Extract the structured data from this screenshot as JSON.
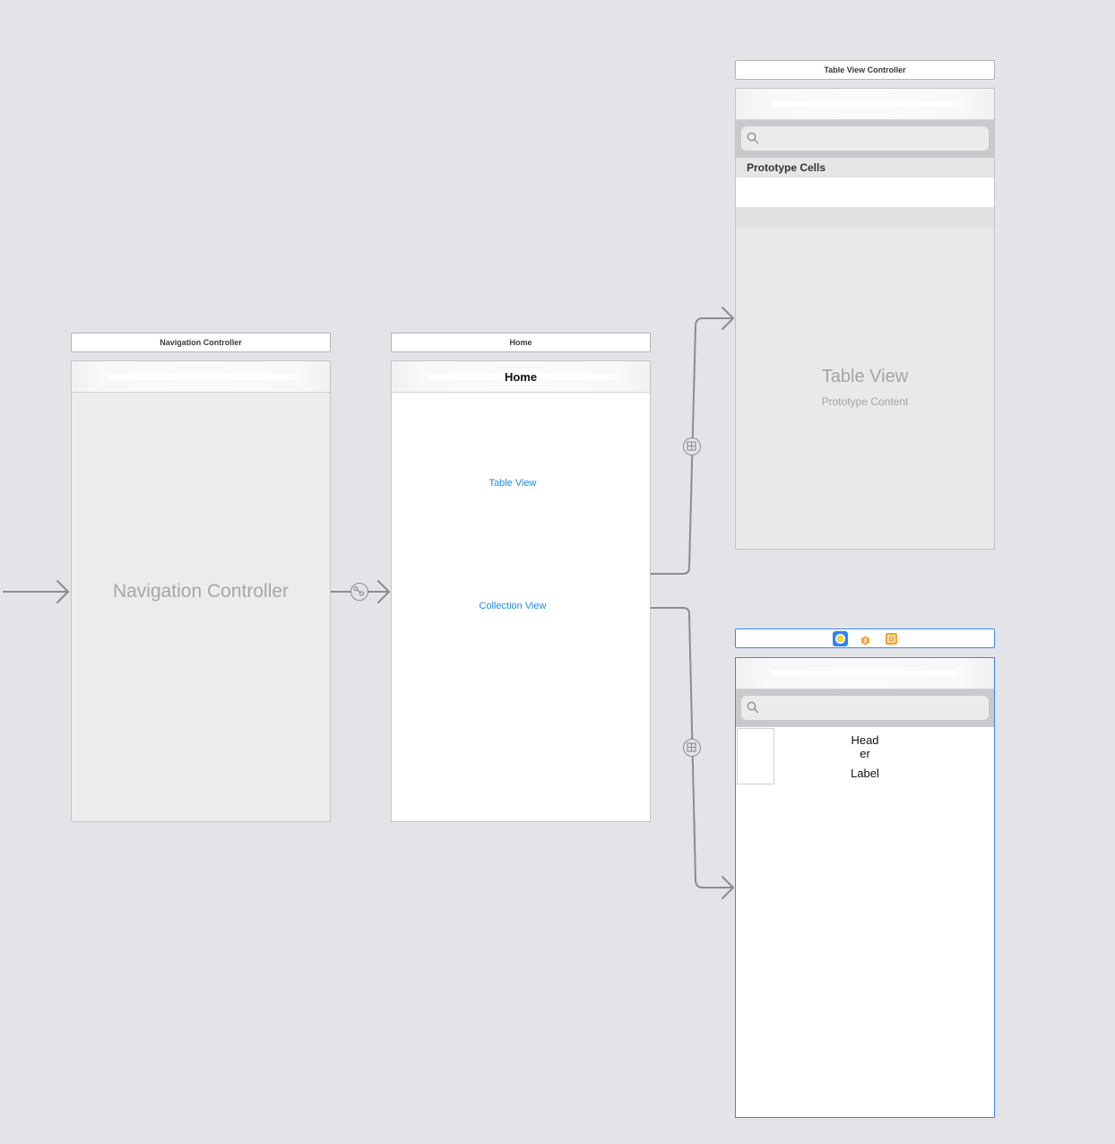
{
  "scenes": {
    "navigation": {
      "title": "Navigation Controller",
      "placeholder": "Navigation Controller"
    },
    "home": {
      "title": "Home",
      "nav_title": "Home",
      "table_button": "Table View",
      "collection_button": "Collection View"
    },
    "table": {
      "title": "Table View Controller",
      "section_header": "Prototype Cells",
      "placeholder_title": "Table View",
      "placeholder_subtitle": "Prototype Content"
    },
    "collection": {
      "scene_dock_icons": [
        "view-controller-icon",
        "first-responder-icon",
        "exit-icon"
      ],
      "header_label": "Head er",
      "cell_label": "Label"
    }
  },
  "segues": [
    {
      "from": "entry",
      "to": "navigation",
      "kind": "initial-view-controller"
    },
    {
      "from": "navigation",
      "to": "home",
      "kind": "root-view-controller"
    },
    {
      "from": "home",
      "to": "table",
      "kind": "show"
    },
    {
      "from": "home",
      "to": "collection",
      "kind": "show"
    }
  ],
  "colors": {
    "canvas": "#e3e4e7",
    "link_blue": "#1a8be8",
    "selection_blue": "#3f86f4",
    "segue_gray": "#8c8c8e"
  }
}
